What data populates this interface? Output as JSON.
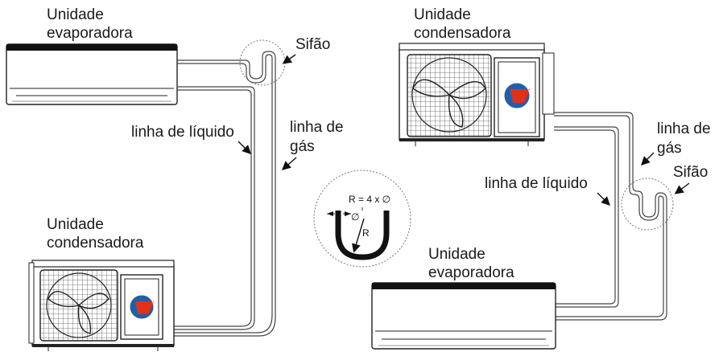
{
  "left": {
    "evap_label_line1": "Unidade",
    "evap_label_line2": "evaporadora",
    "cond_label_line1": "Unidade",
    "cond_label_line2": "condensadora",
    "sifao_label": "Sifão",
    "liquid_line_label": "linha de líquido",
    "gas_line_label_line1": "linha de",
    "gas_line_label_line2": "gás"
  },
  "right": {
    "cond_label_line1": "Unidade",
    "cond_label_line2": "condensadora",
    "evap_label_line1": "Unidade",
    "evap_label_line2": "evaporadora",
    "sifao_label": "Sifão",
    "liquid_line_label": "linha de líquido",
    "gas_line_label_line1": "linha de",
    "gas_line_label_line2": "gás"
  },
  "detail": {
    "formula": "R = 4 x ∅",
    "diameter_symbol": "∅",
    "radius_label": "R"
  },
  "colors": {
    "logo_blue": "#1f5fa8",
    "logo_red": "#e0301e",
    "outline": "#222222"
  }
}
